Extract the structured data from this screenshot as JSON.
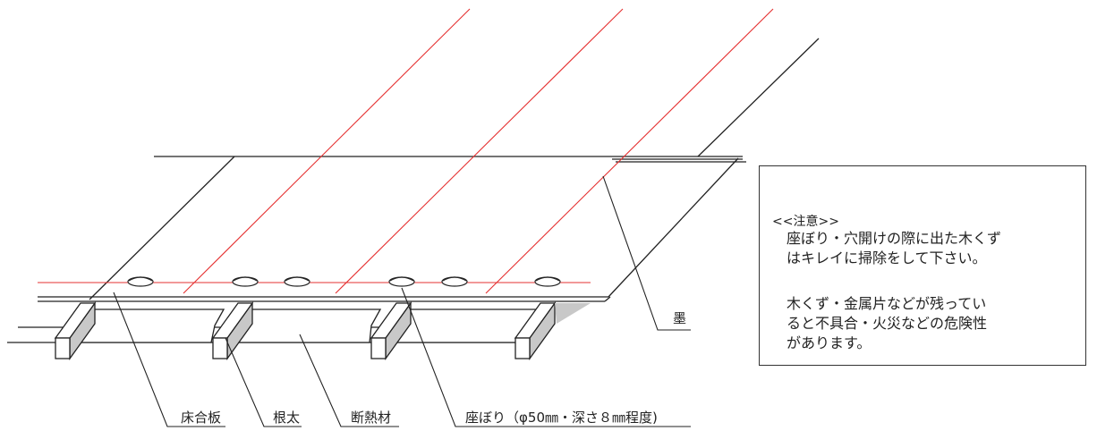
{
  "labels": {
    "sumi": "墨",
    "floor_board": "床合板",
    "joist": "根太",
    "insulation": "断熱材",
    "counterbore": "座ぼり（φ50㎜・深さ８㎜程度)"
  },
  "note": {
    "title": "<<注意>>",
    "paragraph1": "座ぼり・穴開けの際に出た木くず\nはキレイに掃除をして下さい。",
    "paragraph2": "木くず・金属片などが残ってい\nると不具合・火災などの危険性\nがあります。"
  },
  "colors": {
    "line": "#222222",
    "ink_line": "#e53030",
    "shadow": "#c8c8c8"
  }
}
